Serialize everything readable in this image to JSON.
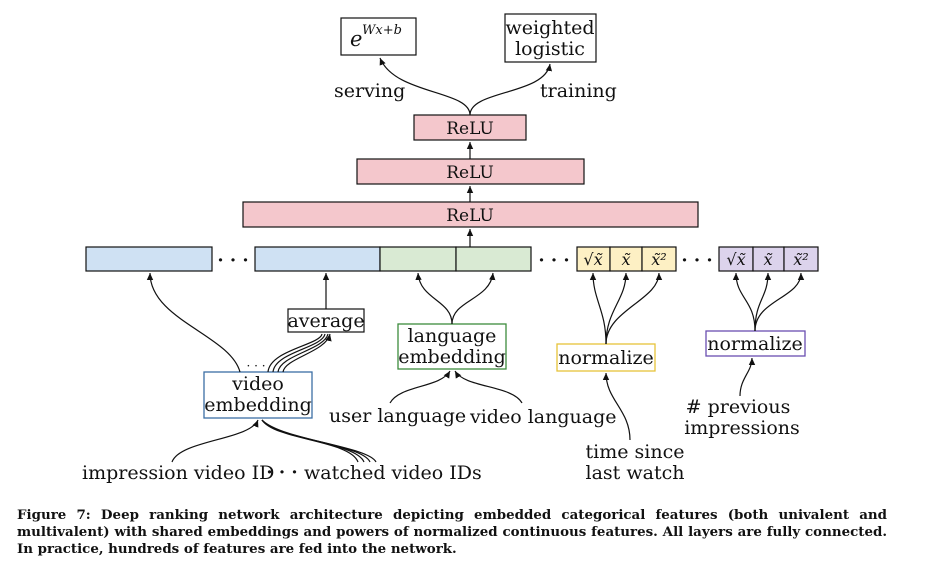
{
  "output": {
    "serving_formula": "e",
    "serving_exponent": "Wx+b",
    "weighted_logistic": [
      "weighted",
      "logistic"
    ],
    "serving_label": "serving",
    "training_label": "training"
  },
  "layers": [
    "ReLU",
    "ReLU",
    "ReLU"
  ],
  "features": {
    "ellipsis": "· · ·",
    "dots": "· · ·",
    "average": "average",
    "video_embedding": [
      "video",
      "embedding"
    ],
    "language_embedding": [
      "language",
      "embedding"
    ],
    "user_language": "user language",
    "video_language": "video language",
    "impression_video_id": "impression video ID",
    "watched_video_ids": "watched video IDs",
    "normalize_1": "normalize",
    "normalize_2": "normalize",
    "time_since": [
      "time since",
      "last watch"
    ],
    "previous_impressions": [
      "# previous",
      "impressions"
    ],
    "powers": [
      "√x̃",
      "x̃",
      "x̃²"
    ]
  },
  "colors": {
    "relu_fill": "#f4c7cc",
    "video_fill": "#cfe1f3",
    "language_fill": "#d9ead3",
    "time_fill": "#fdf0c4",
    "impr_fill": "#dcd3ec",
    "video_border": "#3b6ea5",
    "language_border": "#3d8c3d",
    "normalize1_border": "#e6c23a",
    "normalize2_border": "#6a4fb0"
  },
  "caption": "Figure 7: Deep ranking network architecture depicting embedded categorical features (both univalent and multivalent) with shared embeddings and powers of normalized continuous features.  All layers are fully connected. In practice, hundreds of features are fed into the network."
}
